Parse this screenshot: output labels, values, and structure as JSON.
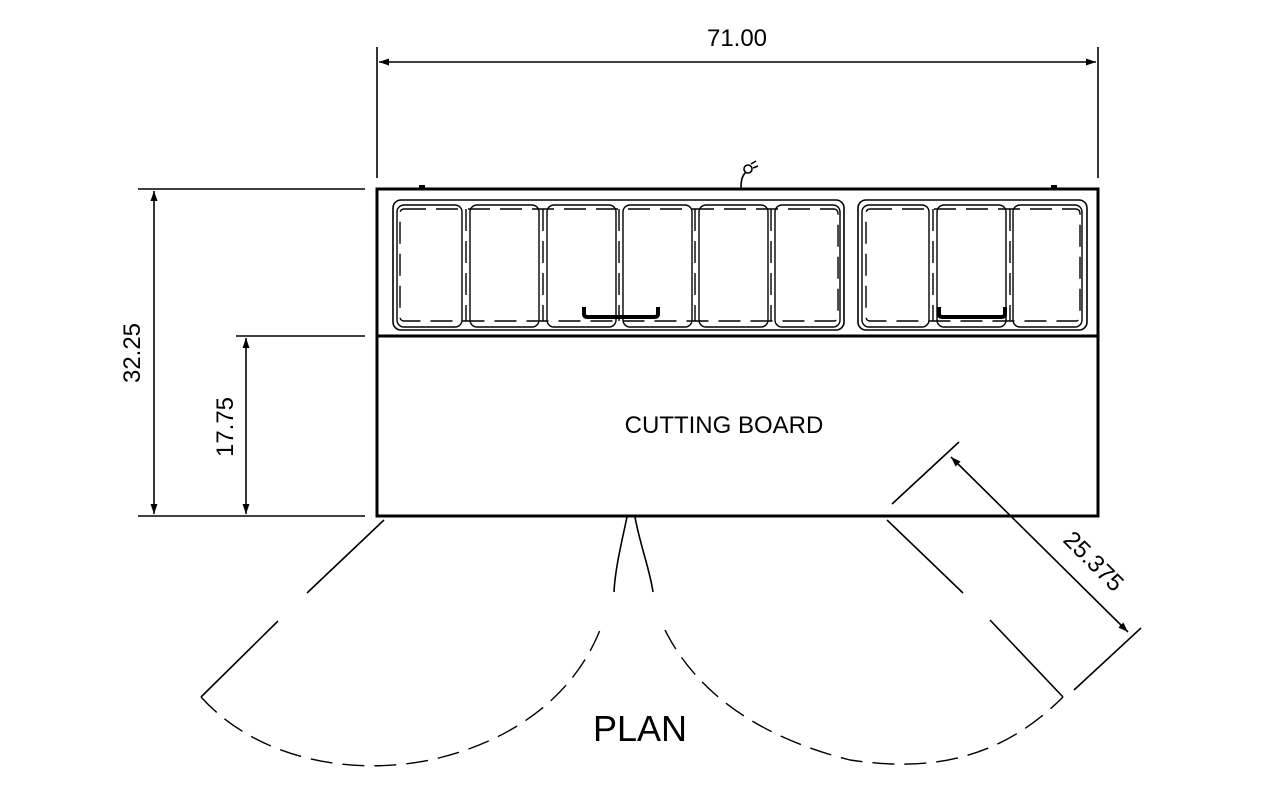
{
  "drawing": {
    "view_label": "PLAN",
    "top_label": "CUTTING BOARD",
    "dimensions": {
      "overall_width": "71.00",
      "overall_depth": "32.25",
      "board_depth": "17.75",
      "door_clearance": "25.375"
    }
  }
}
